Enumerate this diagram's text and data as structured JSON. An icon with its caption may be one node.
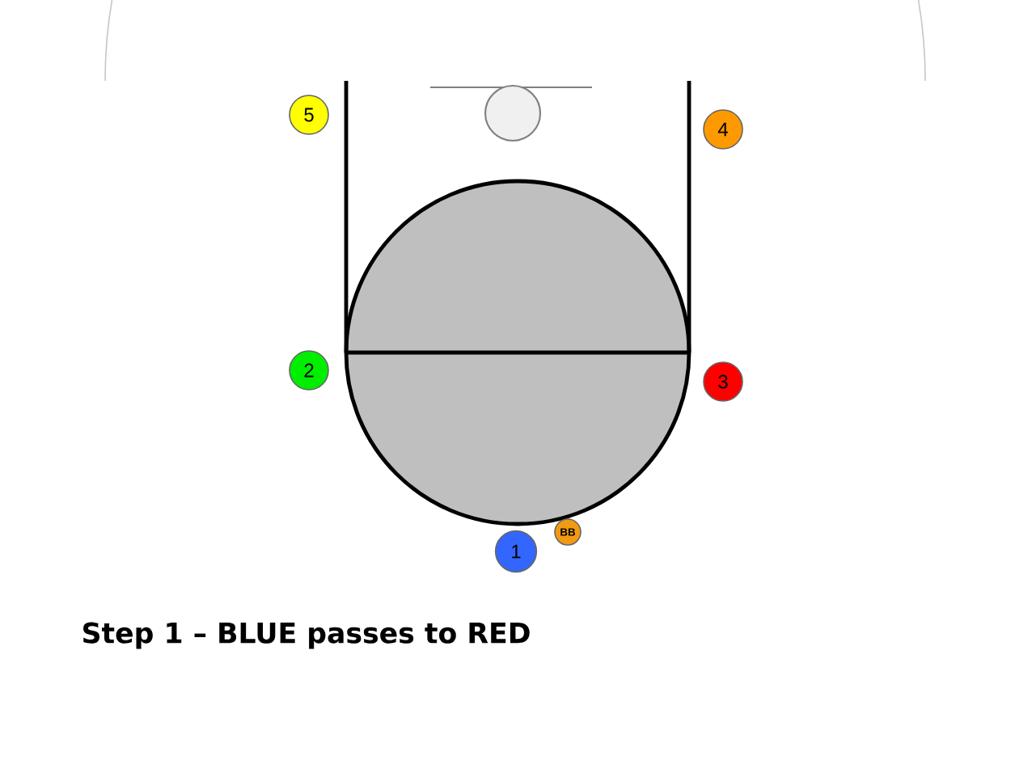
{
  "diagram": {
    "caption": "Step 1 – BLUE passes to RED",
    "nodes": [
      {
        "text": [
          "5"
        ]
      },
      {
        "text": [
          "4"
        ]
      },
      {
        "text": [
          "2"
        ]
      },
      {
        "text": [
          "3"
        ]
      },
      {
        "text": [
          "1"
        ]
      },
      {
        "text": [
          "BB"
        ]
      }
    ]
  }
}
